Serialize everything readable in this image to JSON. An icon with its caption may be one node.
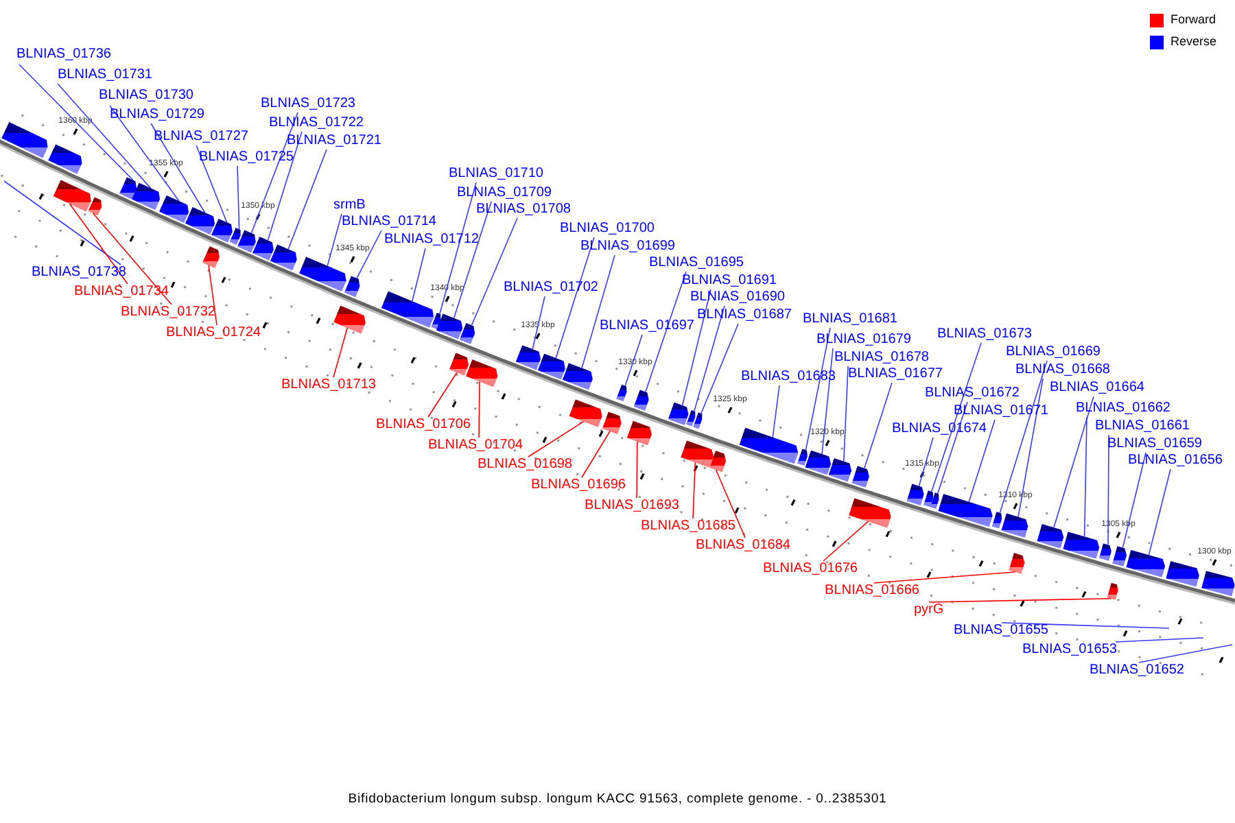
{
  "diagram": {
    "caption": "Bifidobacterium longum subsp. longum KACC 91563, complete genome. - 0..2385301",
    "nodes": [
      {
        "text": [
          "BLNIAS_01736"
        ]
      },
      {
        "text": [
          "BLNIAS_01731"
        ]
      },
      {
        "text": [
          "BLNIAS_01730"
        ]
      },
      {
        "text": [
          "BLNIAS_01729"
        ]
      },
      {
        "text": [
          "BLNIAS_01727"
        ]
      },
      {
        "text": [
          "BLNIAS_01725"
        ]
      },
      {
        "text": [
          "BLNIAS_01723"
        ]
      },
      {
        "text": [
          "BLNIAS_01722"
        ]
      },
      {
        "text": [
          "BLNIAS_01721"
        ]
      },
      {
        "text": [
          "srmB"
        ]
      },
      {
        "text": [
          "BLNIAS_01714"
        ]
      },
      {
        "text": [
          "BLNIAS_01712"
        ]
      },
      {
        "text": [
          "BLNIAS_01710"
        ]
      },
      {
        "text": [
          "BLNIAS_01709"
        ]
      },
      {
        "text": [
          "BLNIAS_01708"
        ]
      },
      {
        "text": [
          "BLNIAS_01702"
        ]
      },
      {
        "text": [
          "BLNIAS_01700"
        ]
      },
      {
        "text": [
          "BLNIAS_01699"
        ]
      },
      {
        "text": [
          "BLNIAS_01695"
        ]
      },
      {
        "text": [
          "BLNIAS_01697"
        ]
      },
      {
        "text": [
          "BLNIAS_01691"
        ]
      },
      {
        "text": [
          "BLNIAS_01690"
        ]
      },
      {
        "text": [
          "BLNIAS_01687"
        ]
      },
      {
        "text": [
          "BLNIAS_01683"
        ]
      },
      {
        "text": [
          "BLNIAS_01681"
        ]
      },
      {
        "text": [
          "BLNIAS_01679"
        ]
      },
      {
        "text": [
          "BLNIAS_01678"
        ]
      },
      {
        "text": [
          "BLNIAS_01677"
        ]
      },
      {
        "text": [
          "BLNIAS_01673"
        ]
      },
      {
        "text": [
          "BLNIAS_01672"
        ]
      },
      {
        "text": [
          "BLNIAS_01671"
        ]
      },
      {
        "text": [
          "BLNIAS_01674"
        ]
      },
      {
        "text": [
          "BLNIAS_01669"
        ]
      },
      {
        "text": [
          "BLNIAS_01668"
        ]
      },
      {
        "text": [
          "BLNIAS_01664"
        ]
      },
      {
        "text": [
          "BLNIAS_01662"
        ]
      },
      {
        "text": [
          "BLNIAS_01661"
        ]
      },
      {
        "text": [
          "BLNIAS_01659"
        ]
      },
      {
        "text": [
          "BLNIAS_01656"
        ]
      },
      {
        "text": [
          "BLNIAS_01738"
        ]
      },
      {
        "text": [
          "BLNIAS_01734"
        ]
      },
      {
        "text": [
          "BLNIAS_01732"
        ]
      },
      {
        "text": [
          "BLNIAS_01724"
        ]
      },
      {
        "text": [
          "BLNIAS_01713"
        ]
      },
      {
        "text": [
          "BLNIAS_01706"
        ]
      },
      {
        "text": [
          "BLNIAS_01704"
        ]
      },
      {
        "text": [
          "BLNIAS_01698"
        ]
      },
      {
        "text": [
          "BLNIAS_01696"
        ]
      },
      {
        "text": [
          "BLNIAS_01693"
        ]
      },
      {
        "text": [
          "BLNIAS_01685"
        ]
      },
      {
        "text": [
          "BLNIAS_01684"
        ]
      },
      {
        "text": [
          "BLNIAS_01676"
        ]
      },
      {
        "text": [
          "BLNIAS_01666"
        ]
      },
      {
        "text": [
          "pyrG"
        ]
      },
      {
        "text": [
          "BLNIAS_01655"
        ]
      },
      {
        "text": [
          "BLNIAS_01653"
        ]
      },
      {
        "text": [
          "BLNIAS_01652"
        ]
      },
      {
        "text": [],
        "shape": "box"
      },
      {
        "text": [],
        "shape": "box"
      },
      {
        "text": [],
        "shape": "box"
      },
      {
        "text": [],
        "shape": "box"
      },
      {
        "text": [],
        "shape": "box"
      },
      {
        "text": [],
        "shape": "box"
      },
      {
        "text": [],
        "shape": "box"
      },
      {
        "text": [],
        "shape": "box"
      },
      {
        "text": [],
        "shape": "box"
      },
      {
        "text": [],
        "shape": "box"
      },
      {
        "text": [],
        "shape": "box"
      },
      {
        "text": [],
        "shape": "box"
      },
      {
        "text": [],
        "shape": "box"
      },
      {
        "text": [],
        "shape": "box"
      },
      {
        "text": [],
        "shape": "box"
      },
      {
        "text": [],
        "shape": "box"
      },
      {
        "text": [],
        "shape": "box"
      },
      {
        "text": [],
        "shape": "box"
      },
      {
        "text": [],
        "shape": "box"
      },
      {
        "text": [],
        "shape": "box"
      },
      {
        "text": [],
        "shape": "box"
      },
      {
        "text": [],
        "shape": "box"
      },
      {
        "text": [],
        "shape": "box"
      },
      {
        "text": [],
        "shape": "box"
      },
      {
        "text": [],
        "shape": "box"
      },
      {
        "text": [],
        "shape": "box"
      },
      {
        "text": [],
        "shape": "box"
      },
      {
        "text": [],
        "shape": "box"
      },
      {
        "text": [],
        "shape": "box"
      },
      {
        "text": [],
        "shape": "box"
      },
      {
        "text": [],
        "shape": "box"
      },
      {
        "text": [],
        "shape": "box"
      },
      {
        "text": [],
        "shape": "box"
      },
      {
        "text": [],
        "shape": "box"
      },
      {
        "text": [],
        "shape": "box"
      },
      {
        "text": [],
        "shape": "box"
      },
      {
        "text": [],
        "shape": "box"
      },
      {
        "text": [],
        "shape": "box"
      },
      {
        "text": [],
        "shape": "box"
      },
      {
        "text": [],
        "shape": "box"
      },
      {
        "text": [],
        "shape": "box"
      },
      {
        "text": [],
        "shape": "box"
      },
      {
        "text": [],
        "shape": "box"
      },
      {
        "text": [],
        "shape": "box"
      },
      {
        "text": [],
        "shape": "box"
      },
      {
        "text": [],
        "shape": "box"
      },
      {
        "text": [],
        "shape": "box"
      },
      {
        "text": [],
        "shape": "box"
      },
      {
        "text": [],
        "shape": "box"
      },
      {
        "text": [],
        "shape": "box"
      },
      {
        "text": [],
        "shape": "box"
      },
      {
        "text": [],
        "shape": "box"
      },
      {
        "text": [],
        "shape": "box"
      },
      {
        "text": [],
        "shape": "box"
      },
      {
        "text": [],
        "shape": "box"
      },
      {
        "text": [],
        "shape": "box"
      },
      {
        "text": [],
        "shape": "box"
      }
    ],
    "edges": [
      {
        "from": 0,
        "to": 57,
        "arrow": "none"
      },
      {
        "from": 1,
        "to": 58,
        "arrow": "none"
      },
      {
        "from": 2,
        "to": 59,
        "arrow": "none"
      },
      {
        "from": 3,
        "to": 60,
        "arrow": "none"
      },
      {
        "from": 4,
        "to": 61,
        "arrow": "none"
      },
      {
        "from": 5,
        "to": 62,
        "arrow": "none"
      },
      {
        "from": 6,
        "to": 63,
        "arrow": "none"
      },
      {
        "from": 7,
        "to": 64,
        "arrow": "none"
      },
      {
        "from": 8,
        "to": 65,
        "arrow": "none"
      },
      {
        "from": 9,
        "to": 66,
        "arrow": "none"
      },
      {
        "from": 10,
        "to": 67,
        "arrow": "none"
      },
      {
        "from": 11,
        "to": 68,
        "arrow": "none"
      },
      {
        "from": 12,
        "to": 69,
        "arrow": "none"
      },
      {
        "from": 13,
        "to": 70,
        "arrow": "none"
      },
      {
        "from": 14,
        "to": 71,
        "arrow": "none"
      },
      {
        "from": 15,
        "to": 72,
        "arrow": "none"
      },
      {
        "from": 16,
        "to": 73,
        "arrow": "none"
      },
      {
        "from": 17,
        "to": 74,
        "arrow": "none"
      },
      {
        "from": 18,
        "to": 75,
        "arrow": "none"
      },
      {
        "from": 19,
        "to": 76,
        "arrow": "none"
      },
      {
        "from": 20,
        "to": 77,
        "arrow": "none"
      },
      {
        "from": 21,
        "to": 78,
        "arrow": "none"
      },
      {
        "from": 22,
        "to": 79,
        "arrow": "none"
      },
      {
        "from": 23,
        "to": 80,
        "arrow": "none"
      },
      {
        "from": 24,
        "to": 81,
        "arrow": "none"
      },
      {
        "from": 25,
        "to": 82,
        "arrow": "none"
      },
      {
        "from": 26,
        "to": 83,
        "arrow": "none"
      },
      {
        "from": 27,
        "to": 84,
        "arrow": "none"
      },
      {
        "from": 28,
        "to": 85,
        "arrow": "none"
      },
      {
        "from": 29,
        "to": 86,
        "arrow": "none"
      },
      {
        "from": 30,
        "to": 87,
        "arrow": "none"
      },
      {
        "from": 31,
        "to": 88,
        "arrow": "none"
      },
      {
        "from": 32,
        "to": 89,
        "arrow": "none"
      },
      {
        "from": 33,
        "to": 90,
        "arrow": "none"
      },
      {
        "from": 34,
        "to": 91,
        "arrow": "none"
      },
      {
        "from": 35,
        "to": 92,
        "arrow": "none"
      },
      {
        "from": 36,
        "to": 93,
        "arrow": "none"
      },
      {
        "from": 37,
        "to": 94,
        "arrow": "none"
      },
      {
        "from": 38,
        "to": 95,
        "arrow": "none"
      },
      {
        "from": 39,
        "to": null,
        "arrow": "none"
      },
      {
        "from": 40,
        "to": 96,
        "arrow": "none",
        "color": "#ff0000"
      },
      {
        "from": 41,
        "to": 97,
        "arrow": "none",
        "color": "#ff0000"
      },
      {
        "from": 42,
        "to": 98,
        "arrow": "none",
        "color": "#ff0000"
      },
      {
        "from": 43,
        "to": 99,
        "arrow": "none",
        "color": "#ff0000"
      },
      {
        "from": 44,
        "to": 100,
        "arrow": "none",
        "color": "#ff0000"
      },
      {
        "from": 45,
        "to": 101,
        "arrow": "none",
        "color": "#ff0000"
      },
      {
        "from": 46,
        "to": 102,
        "arrow": "none",
        "color": "#ff0000"
      },
      {
        "from": 47,
        "to": 103,
        "arrow": "none",
        "color": "#ff0000"
      },
      {
        "from": 48,
        "to": 104,
        "arrow": "none",
        "color": "#ff0000"
      },
      {
        "from": 49,
        "to": 105,
        "arrow": "none",
        "color": "#ff0000"
      },
      {
        "from": 50,
        "to": 106,
        "arrow": "none",
        "color": "#ff0000"
      },
      {
        "from": 51,
        "to": 107,
        "arrow": "none",
        "color": "#ff0000"
      },
      {
        "from": 52,
        "to": 108,
        "arrow": "none",
        "color": "#ff0000"
      },
      {
        "from": 53,
        "to": 109,
        "arrow": "none",
        "color": "#ff0000"
      },
      {
        "from": 54,
        "to": null,
        "arrow": "none"
      },
      {
        "from": 55,
        "to": null,
        "arrow": "none"
      },
      {
        "from": 56,
        "to": null,
        "arrow": "none"
      }
    ],
    "labels": [
      "1360 kbp",
      "1355 kbp",
      "1350 kbp",
      "1345 kbp",
      "1340 kbp",
      "1335 kbp",
      "1330 kbp",
      "1325 kbp",
      "1320 kbp",
      "1315 kbp",
      "1310 kbp",
      "1305 kbp",
      "1300 kbp"
    ],
    "legend": [
      {
        "text": "Forward",
        "color": "#ff0000"
      },
      {
        "text": "Reverse",
        "color": "#0000ff"
      }
    ]
  }
}
